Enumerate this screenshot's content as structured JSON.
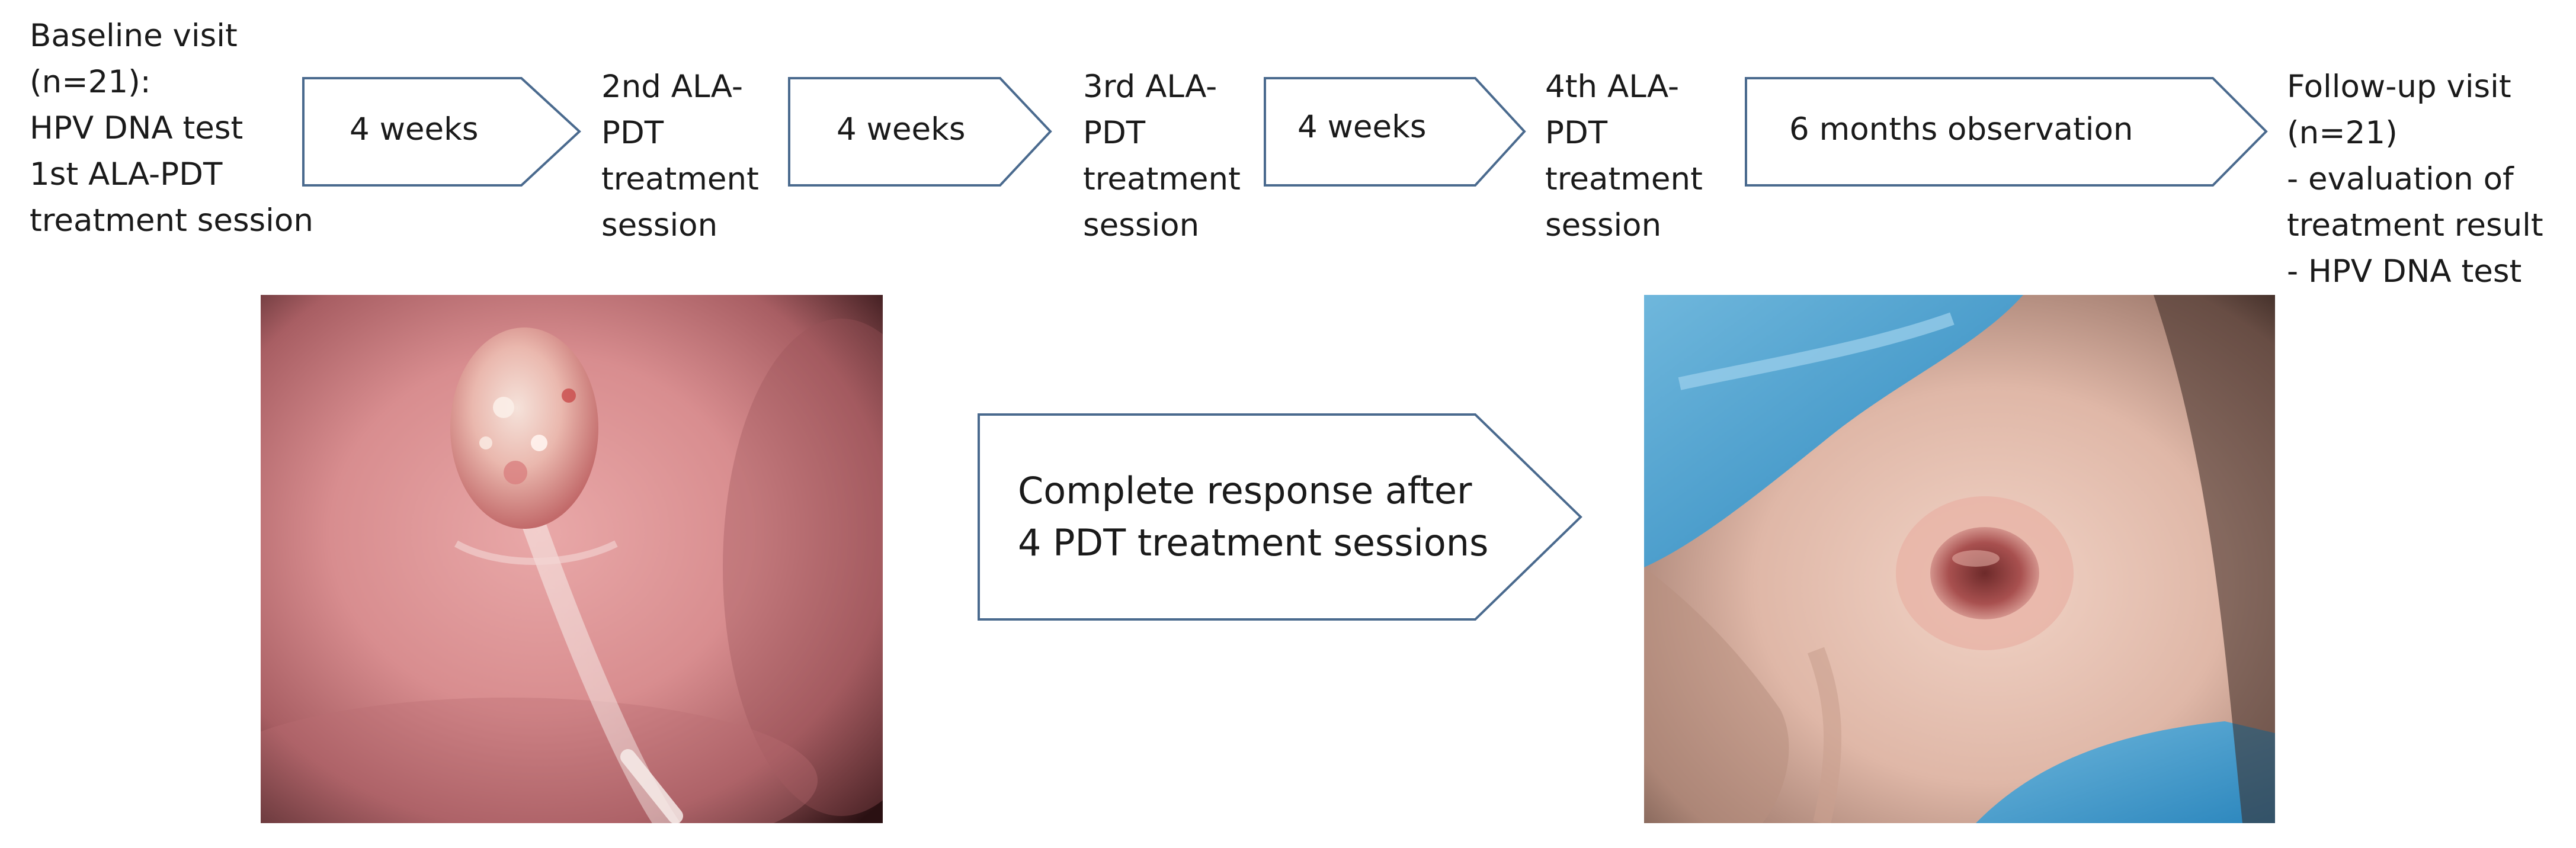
{
  "steps": {
    "baseline": [
      "Baseline visit",
      "(n=21):",
      "HPV DNA test",
      "1st ALA-PDT",
      "treatment session"
    ],
    "second": [
      "2nd ALA-",
      "PDT",
      "treatment",
      "session"
    ],
    "third": [
      "3rd ALA-",
      "PDT",
      "treatment",
      "session"
    ],
    "fourth": [
      "4th ALA-",
      "PDT",
      "treatment",
      "session"
    ],
    "followup": [
      "Follow-up visit",
      "(n=21)",
      "- evaluation of",
      "treatment result",
      "- HPV DNA test"
    ]
  },
  "arrows": {
    "a1": "4 weeks",
    "a2": "4 weeks",
    "a3": "4 weeks",
    "a4": "6 months observation",
    "result": [
      "Complete response after",
      "4 PDT treatment sessions"
    ]
  },
  "colors": {
    "arrow_stroke": "#4a6a8e",
    "text": "#1a1a1a",
    "background": "#ffffff"
  }
}
